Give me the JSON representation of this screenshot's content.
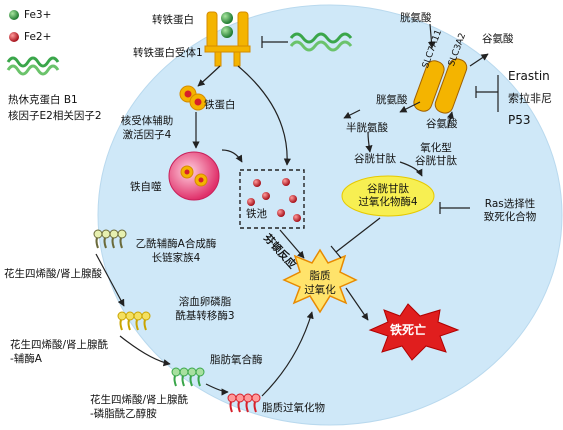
{
  "legend": {
    "fe3": "Fe3+",
    "fe2": "Fe2+",
    "gene1": "热休克蛋白 B1",
    "gene2": "核因子E2相关因子2"
  },
  "labels": {
    "transferrin": "转铁蛋白",
    "transferrin_receptor": "转铁蛋白受体1",
    "ferritin": "铁蛋白",
    "ncoa4_l1": "核受体辅助",
    "ncoa4_l2": "激活因子4",
    "ferritinophagy": "铁自噬",
    "iron_pool": "铁池",
    "fenton": "芬顿反应",
    "cystine_top": "胱氨酸",
    "glutamate_top": "谷氨酸",
    "slc7a11": "SLC7A11",
    "slc3a2": "SLC3A2",
    "cystine": "胱氨酸",
    "glutamate": "谷氨酸",
    "erastin": "Erastin",
    "sorafenib": "索拉非尼",
    "p53": "P53",
    "cysteine": "半胱氨酸",
    "gsh": "谷胱甘肽",
    "gssg_l1": "氧化型",
    "gssg_l2": "谷胱甘肽",
    "gpx4_l1": "谷胱甘肽",
    "gpx4_l2": "过氧化物酶4",
    "rsl_l1": "Ras选择性",
    "rsl_l2": "致死化合物",
    "acsl4_l1": "乙酰辅酶A合成酶",
    "acsl4_l2": "长链家族4",
    "aa": "花生四烯酸/肾上腺酸",
    "aa_coa_l1": "花生四烯酸/肾上腺酰",
    "aa_coa_l2": "-辅酶A",
    "lpcat3_l1": "溶血卵磷脂",
    "lpcat3_l2": "酰基转移酶3",
    "aa_pe_l1": "花生四烯酸/肾上腺酰",
    "aa_pe_l2": "-磷脂酰乙醇胺",
    "lox": "脂肪氧合酶",
    "lipid_peroxide": "脂质过氧化物",
    "lipid_perox_l1": "脂质",
    "lipid_perox_l2": "过氧化",
    "ferroptosis": "铁死亡"
  },
  "colors": {
    "cell_fill": "#cfe8f8",
    "fe3": "#2e9e44",
    "fe2": "#d6202a",
    "dna_green": "#3aa64a",
    "receptor": "#f4b400",
    "receptor_dark": "#d58b00",
    "membrane": "#e7f0b0",
    "autophagy": "#e8306c",
    "starburst_fill": "#ffe36b",
    "starburst_stroke": "#e88a00",
    "ferroptosis_fill": "#e01e1e",
    "gpx4_fill": "#f7ef52",
    "line": "#222222"
  }
}
